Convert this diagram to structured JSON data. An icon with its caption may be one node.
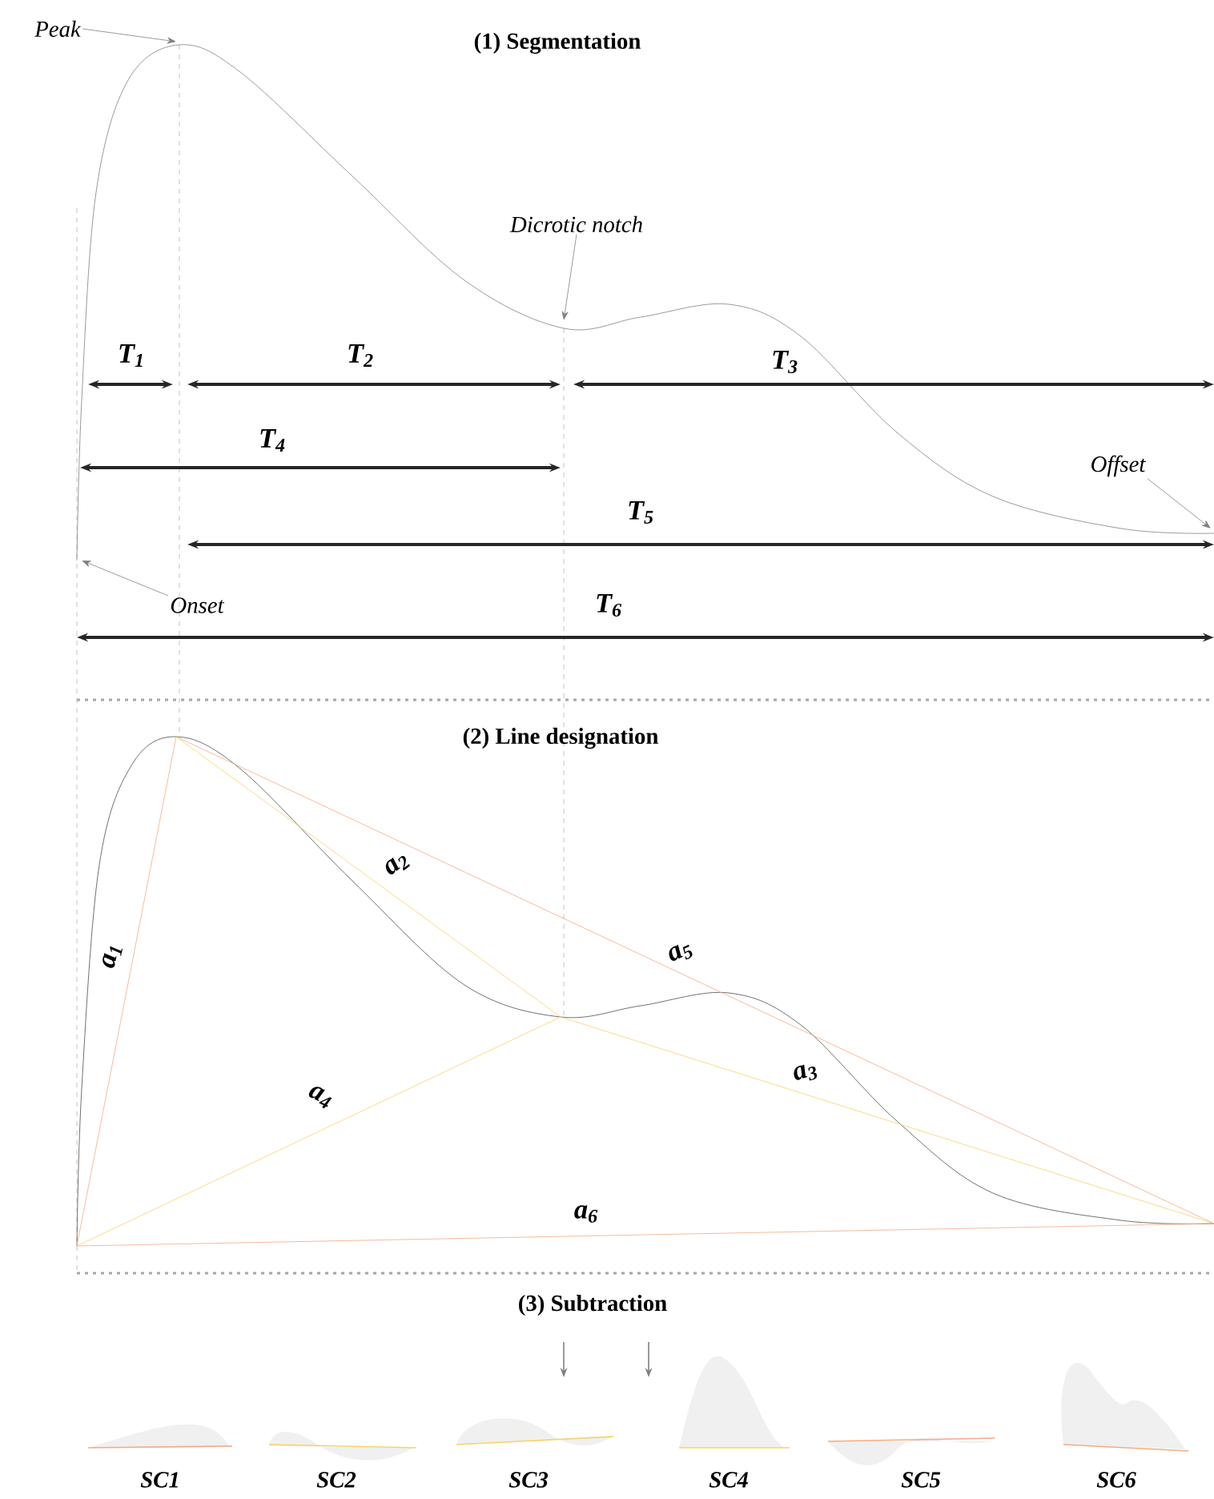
{
  "diagram": {
    "nodes": [
      {
        "text": [
          "Peak"
        ]
      },
      {
        "text": [
          "Dicrotic notch"
        ]
      },
      {
        "text": [
          "Offset"
        ]
      },
      {
        "text": [
          "Onset"
        ]
      }
    ],
    "edges": [
      {
        "from": 0,
        "to": null,
        "arrow": "to"
      },
      {
        "from": 1,
        "to": null,
        "arrow": "to"
      },
      {
        "from": 2,
        "to": null,
        "arrow": "to"
      },
      {
        "from": 3,
        "to": null,
        "arrow": "to"
      }
    ],
    "labels": [
      "(1) Segmentation",
      "T$_{1}$",
      "T$_{2}$",
      "T$_{3}$",
      "T$_{4}$",
      "T$_{5}$",
      "T$_{6}$",
      "(2) Line designation",
      "a$_{2}$",
      "a$_{1}$",
      "a$_{5}$",
      "a$_{4}$",
      "a$_{3}$",
      "a$_{6}$",
      "(3) Subtraction",
      "SC1",
      "SC2",
      "SC3",
      "SC4",
      "SC5",
      "SC6"
    ]
  }
}
